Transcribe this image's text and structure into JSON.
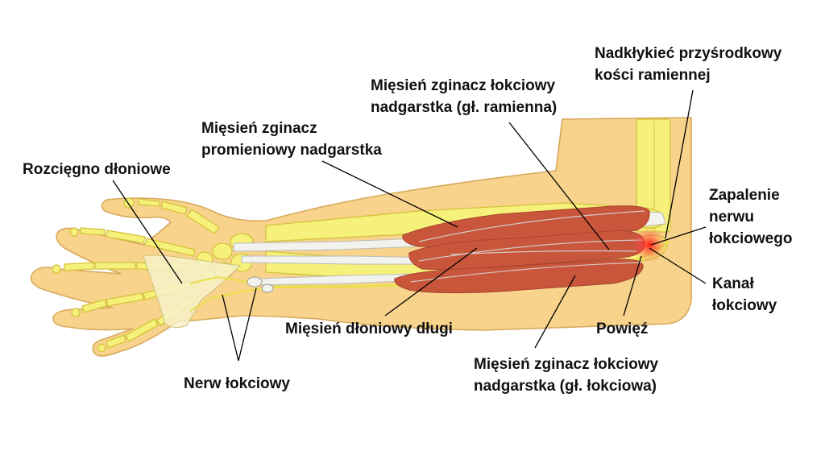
{
  "labels": {
    "epicondyle": [
      "Nadkłykieć przyśrodkowy",
      "kości ramiennej"
    ],
    "fcu_humeral": [
      "Mięsień zginacz łokciowy",
      "nadgarstka (gł. ramienna)"
    ],
    "fcr": [
      "Mięsień zginacz",
      "promieniowy nadgarstka"
    ],
    "aponeurosis": [
      "Rozcięgno dłoniowe"
    ],
    "neuritis": [
      "Zapalenie",
      "nerwu",
      "łokciowego"
    ],
    "canal": [
      "Kanał",
      "łokciowy"
    ],
    "palmaris": [
      "Mięsień dłoniowy długi"
    ],
    "fascia": [
      "Powięź"
    ],
    "fcu_ulnar": [
      "Mięsień zginacz łokciowy",
      "nadgarstka  (gł. łokciowa)"
    ],
    "ulnar_nerve": [
      "Nerw łokciowy"
    ]
  },
  "colors": {
    "skin": "#f8d38c",
    "skin_outline": "#d7a95c",
    "bone": "#f5f17a",
    "bone_outline": "#d4c23a",
    "muscle": "#c9563b",
    "muscle_shadow": "#a84430",
    "tendon": "#f2f2ee",
    "inflammation": "#e8202a",
    "text": "#111111"
  }
}
